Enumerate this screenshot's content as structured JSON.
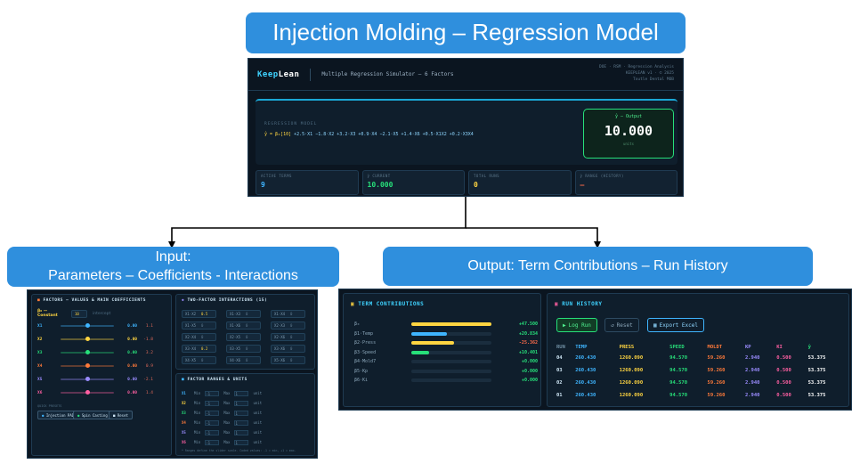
{
  "title": "Injection Molding –  Regression Model",
  "input_callout": {
    "line1": "Input:",
    "line2": "Parameters – Coefficients - Interactions"
  },
  "output_callout": "Output: Term Contributions – Run History",
  "colors": {
    "callout": "#2f8fdd",
    "dark_bg": "#0b1520",
    "accent_green": "#27e07a",
    "accent_cyan": "#3fd3ff"
  },
  "top_app": {
    "logo_a": "Keep",
    "logo_b": "Lean",
    "subtitle": "Multiple Regression Simulator — 6 Factors",
    "meta": [
      "DOE · RSM · Regression Analysis",
      "KEEPLEAN v1 · © 2025",
      "Toutle Dental MOB"
    ],
    "model_label": "REGRESSION MODEL",
    "equation_y": "ŷ = β₀[10]",
    "equation_terms": "+2.5·X1  −1.8·X2  +3.2·X3  +0.9·X4  −2.1·X5  +1.4·X6  +0.5·X1X2  +0.2·X3X4",
    "output": {
      "label": "ŷ — Output",
      "value": "10.000",
      "unit": "units"
    },
    "stats": [
      {
        "key": "ACTIVE TERMS",
        "value": "9",
        "color": "#3fb5ff"
      },
      {
        "key": "ŷ CURRENT",
        "value": "10.000",
        "color": "#27e07a"
      },
      {
        "key": "TOTAL RUNS",
        "value": "0",
        "color": "#ffd541"
      },
      {
        "key": "ŷ RANGE (HISTORY)",
        "value": "—",
        "color": "#ff6b4a"
      }
    ]
  },
  "left_app": {
    "factors_title": "FACTORS — VALUES & MAIN COEFFICIENTS",
    "beta0_label": "β₀ — Constant",
    "beta0_value": "10",
    "beta0_hint": "intercept",
    "factors": [
      {
        "label": "X1",
        "value": "0.00",
        "coef": "1.1",
        "color": "#3fb5ff",
        "level": 0.5
      },
      {
        "label": "X2",
        "value": "0.00",
        "coef": "-1.8",
        "color": "#ffd541",
        "level": 0.5
      },
      {
        "label": "X3",
        "value": "0.00",
        "coef": "3.2",
        "color": "#27e07a",
        "level": 0.5
      },
      {
        "label": "X4",
        "value": "0.00",
        "coef": "0.9",
        "color": "#ff7a3a",
        "level": 0.5
      },
      {
        "label": "X5",
        "value": "0.00",
        "coef": "-2.1",
        "color": "#9b8cff",
        "level": 0.5
      },
      {
        "label": "X6",
        "value": "0.00",
        "coef": "1.4",
        "color": "#ff5fa2",
        "level": 0.5
      }
    ],
    "quick_label": "QUICK PRESETS",
    "buttons": [
      "Injection PAD",
      "Spin Casting",
      "Reset"
    ],
    "interactions_title": "TWO-FACTOR INTERACTIONS (15)",
    "interactions": [
      "X1·X2",
      "X1·X3",
      "X1·X4",
      "X1·X5",
      "X1·X6",
      "X2·X3",
      "X2·X4",
      "X2·X5",
      "X2·X6",
      "X3·X4",
      "X3·X5",
      "X3·X6",
      "X4·X5",
      "X4·X6",
      "X5·X6"
    ],
    "interaction_values": [
      "0.5",
      "0",
      "0",
      "0",
      "0",
      "0",
      "0",
      "0",
      "0",
      "0.2",
      "0",
      "0",
      "0",
      "0",
      "0"
    ],
    "ranges_title": "FACTOR RANGES & UNITS",
    "ranges": [
      {
        "label": "X1",
        "color": "#3fb5ff"
      },
      {
        "label": "X2",
        "color": "#ffd541"
      },
      {
        "label": "X3",
        "color": "#27e07a"
      },
      {
        "label": "X4",
        "color": "#ff7a3a"
      },
      {
        "label": "X5",
        "color": "#9b8cff"
      },
      {
        "label": "X6",
        "color": "#ff5fa2"
      }
    ],
    "range_min": "Min",
    "range_max": "Max",
    "range_min_val": "-1",
    "range_max_val": "1",
    "range_unit": "unit",
    "ranges_note": "* Ranges define the slider scale. Coded values: -1 = min, +1 = max."
  },
  "right_app": {
    "contrib_title": "TERM CONTRIBUTIONS",
    "contributions": [
      {
        "label": "β₀",
        "value": "+47.500",
        "color": "#ffd541",
        "fraction": 1.0
      },
      {
        "label": "β1·Temp",
        "value": "+20.834",
        "color": "#3fb5ff",
        "fraction": 0.44
      },
      {
        "label": "β2·Press",
        "value": "-25.362",
        "color": "#ffd541",
        "fraction": 0.53
      },
      {
        "label": "β3·Speed",
        "value": "+10.401",
        "color": "#27e07a",
        "fraction": 0.22
      },
      {
        "label": "β4·Mold7",
        "value": "+0.000",
        "color": "#ff7a3a",
        "fraction": 0.0
      },
      {
        "label": "β5·Kp",
        "value": "+0.000",
        "color": "#9b8cff",
        "fraction": 0.0
      },
      {
        "label": "β6·Ki",
        "value": "+0.000",
        "color": "#ff5fa2",
        "fraction": 0.0
      }
    ],
    "history_title": "RUN HISTORY",
    "buttons": {
      "log": "Log Run",
      "reset": "Reset",
      "export": "Export Excel"
    },
    "columns": [
      {
        "name": "RUN",
        "color": "#6f8ea3"
      },
      {
        "name": "TEMP",
        "color": "#3fb5ff"
      },
      {
        "name": "PRESS",
        "color": "#ffd541"
      },
      {
        "name": "SPEED",
        "color": "#27e07a"
      },
      {
        "name": "MOLDT",
        "color": "#ff7a3a"
      },
      {
        "name": "KP",
        "color": "#9b8cff"
      },
      {
        "name": "KI",
        "color": "#ff5fa2"
      },
      {
        "name": "ŷ",
        "color": "#27e07a"
      }
    ],
    "rows": [
      [
        "04",
        "260.430",
        "1260.090",
        "94.570",
        "59.260",
        "2.940",
        "0.500",
        "53.375"
      ],
      [
        "03",
        "260.430",
        "1260.090",
        "94.570",
        "59.260",
        "2.940",
        "0.500",
        "53.375"
      ],
      [
        "02",
        "260.430",
        "1260.090",
        "94.570",
        "59.260",
        "2.940",
        "0.500",
        "53.375"
      ],
      [
        "01",
        "260.430",
        "1260.090",
        "94.570",
        "59.260",
        "2.940",
        "0.500",
        "53.375"
      ]
    ]
  }
}
